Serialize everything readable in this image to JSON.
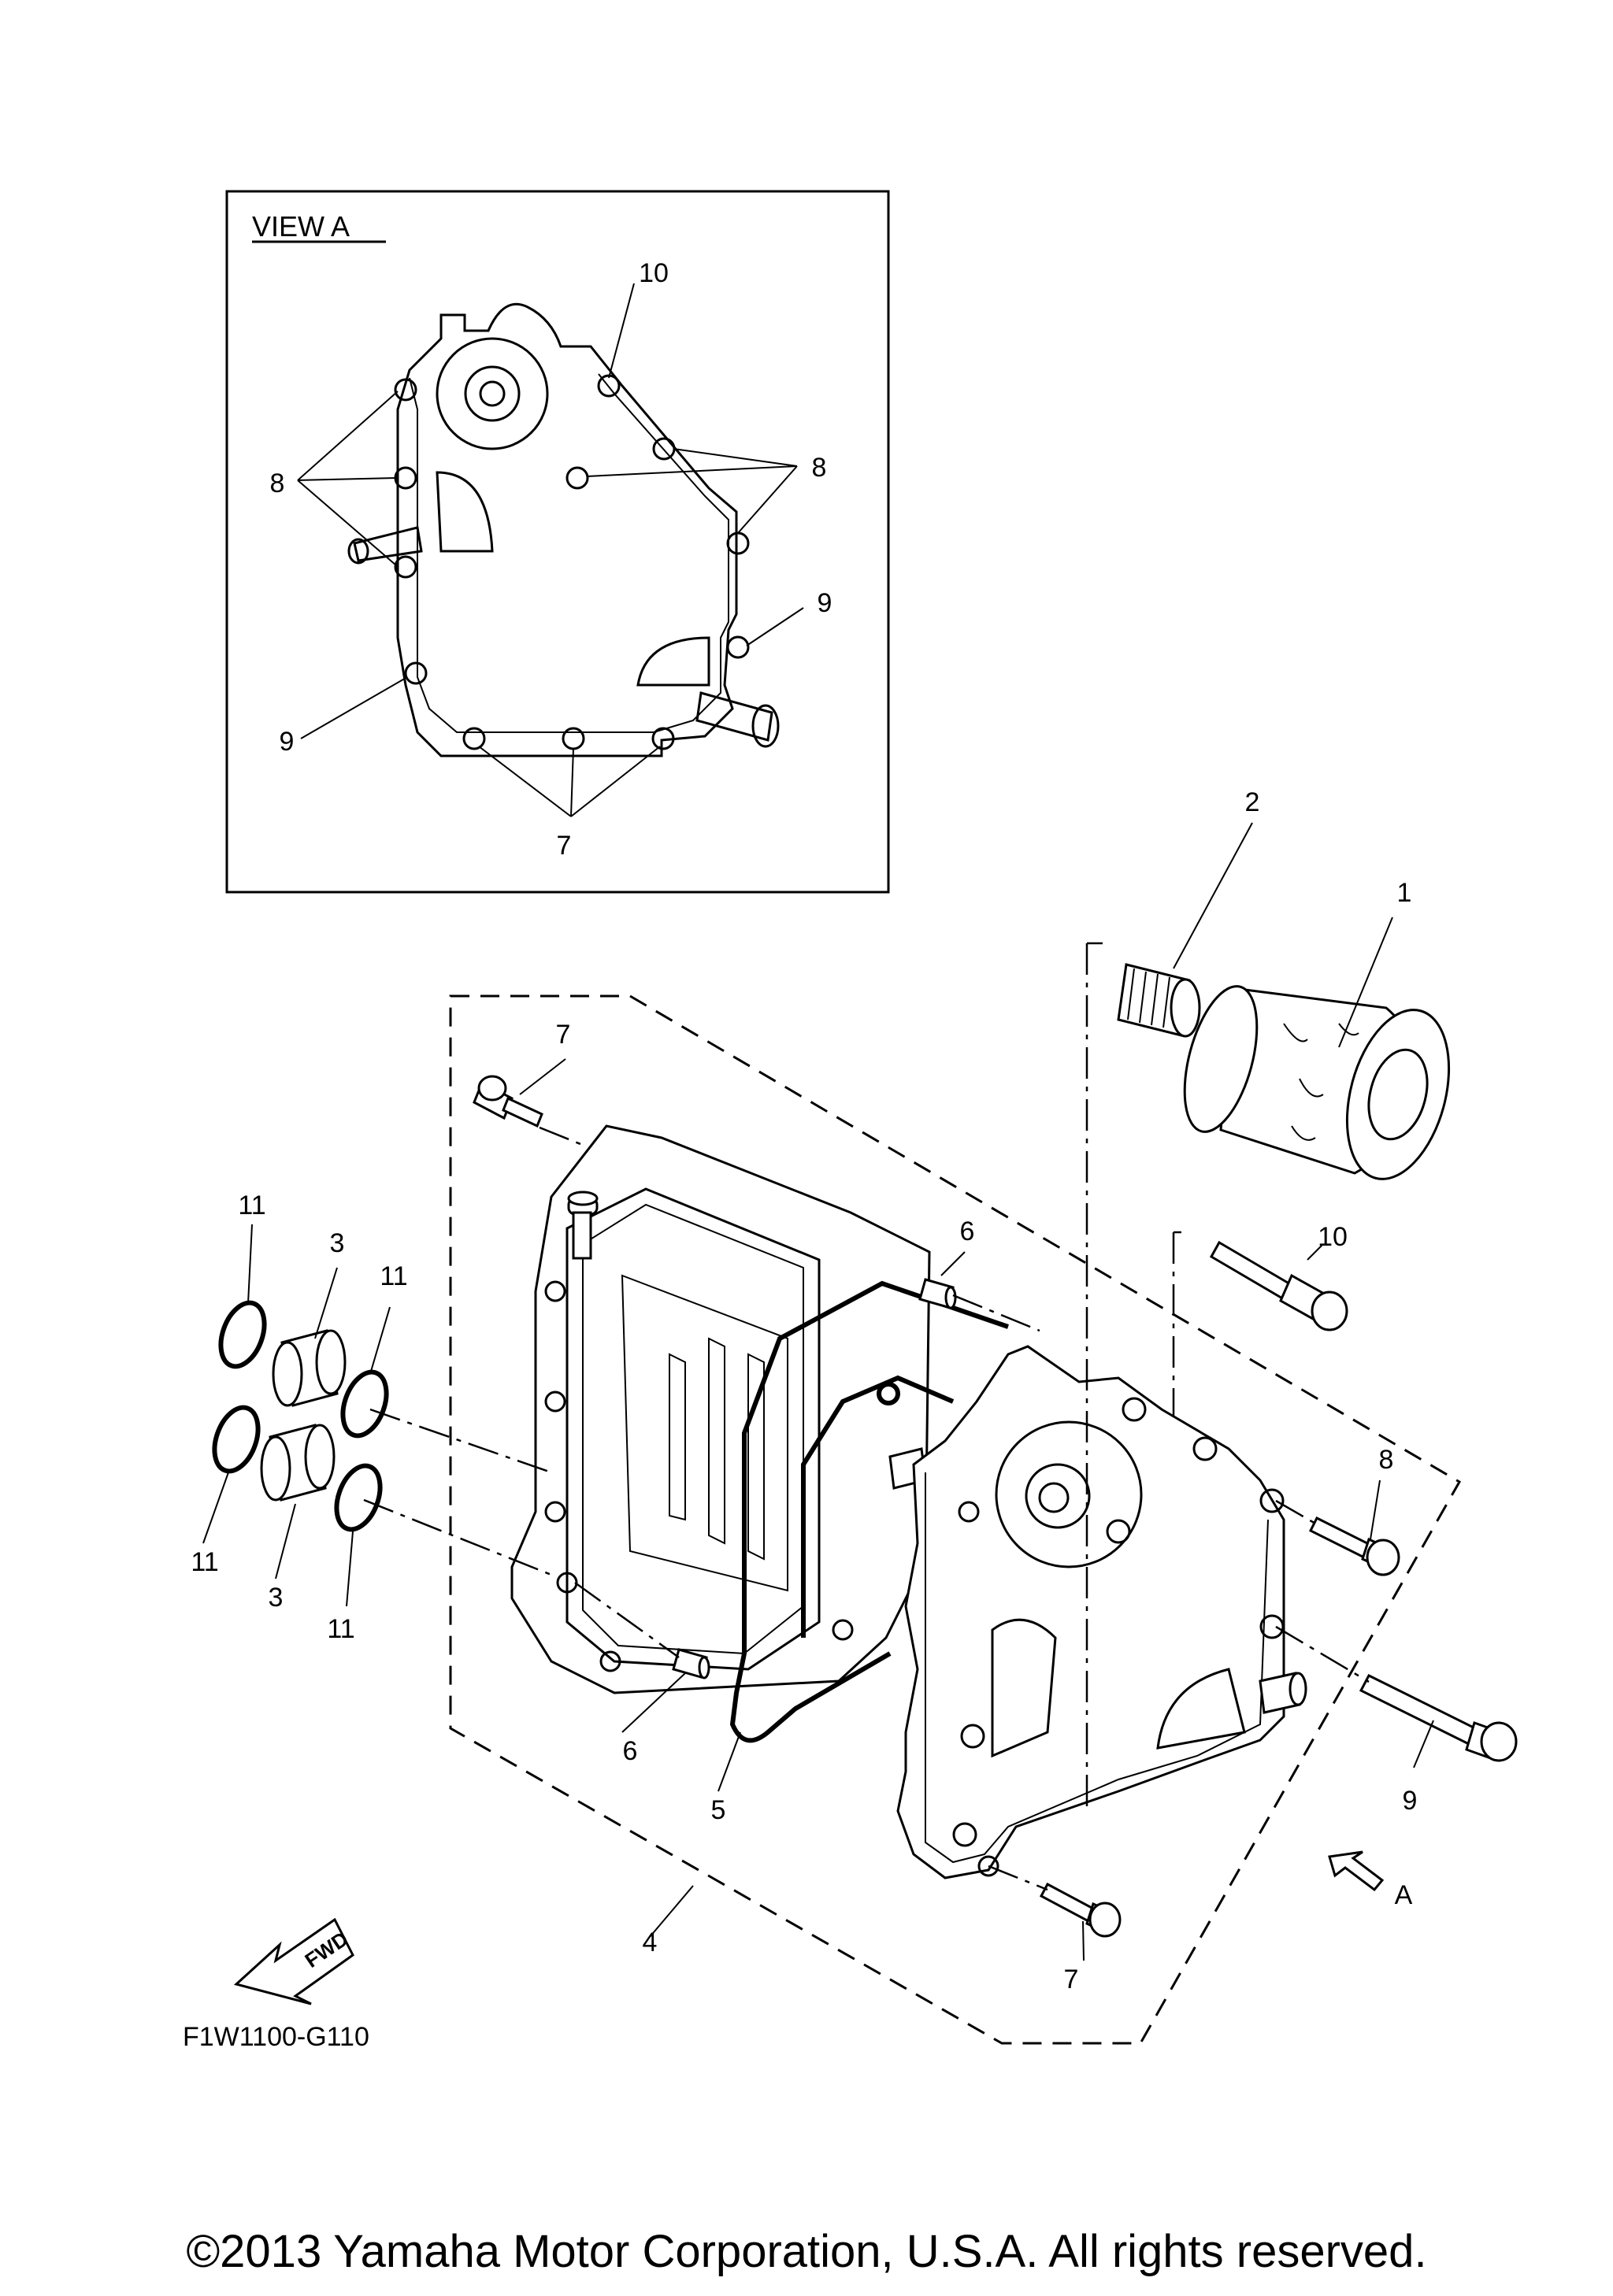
{
  "view_a": {
    "title": "VIEW A",
    "labels": {
      "l10": "10",
      "l8a": "8",
      "l8b": "8",
      "l9a": "9",
      "l9b": "9",
      "l7": "7"
    }
  },
  "main": {
    "labels": {
      "p1": "1",
      "p2": "2",
      "p3a": "3",
      "p3b": "3",
      "p4": "4",
      "p5": "5",
      "p6a": "6",
      "p6b": "6",
      "p7a": "7",
      "p7b": "7",
      "p8": "8",
      "p9": "9",
      "p10": "10",
      "p11a": "11",
      "p11b": "11",
      "p11c": "11",
      "p11d": "11",
      "arrowA": "A"
    },
    "fwd_label": "FWD",
    "diagram_code": "F1W1100-G110"
  },
  "copyright": "©2013 Yamaha Motor Corporation, U.S.A. All rights reserved."
}
